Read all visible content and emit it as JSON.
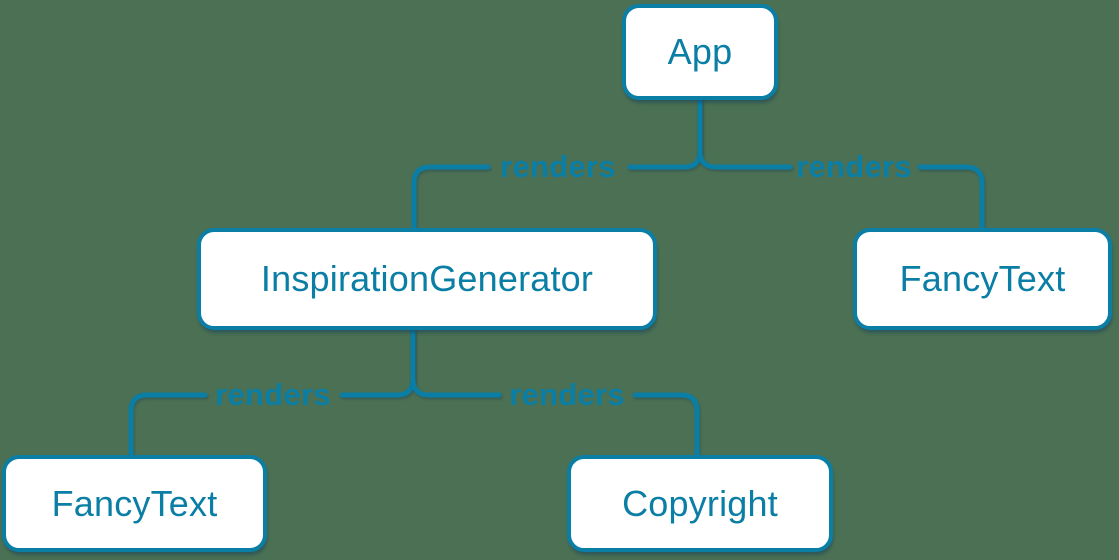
{
  "canvas": {
    "background": "#4b7053",
    "accent": "#0a7ea4",
    "node_bg": "#ffffff"
  },
  "diagram": {
    "type": "component-render-tree",
    "nodes": [
      {
        "id": "app",
        "label": "App"
      },
      {
        "id": "inspiration-generator",
        "label": "InspirationGenerator"
      },
      {
        "id": "fancy-text-right",
        "label": "FancyText"
      },
      {
        "id": "fancy-text-left",
        "label": "FancyText"
      },
      {
        "id": "copyright",
        "label": "Copyright"
      }
    ],
    "edges": [
      {
        "from": "App",
        "to": "InspirationGenerator",
        "label": "renders"
      },
      {
        "from": "App",
        "to": "FancyText",
        "label": "renders"
      },
      {
        "from": "InspirationGenerator",
        "to": "FancyText",
        "label": "renders"
      },
      {
        "from": "InspirationGenerator",
        "to": "Copyright",
        "label": "renders"
      }
    ]
  }
}
